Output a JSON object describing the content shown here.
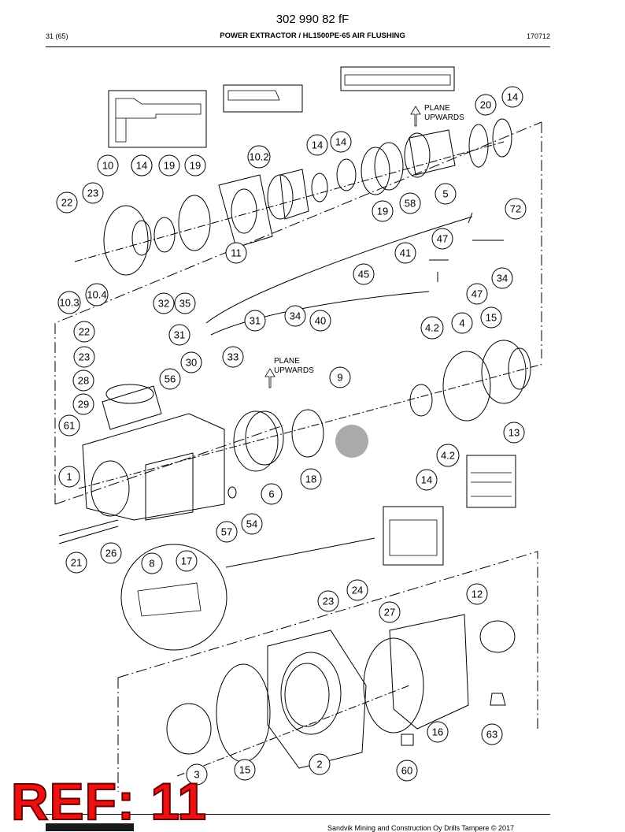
{
  "header": {
    "doc_number": "302 990 82 fF",
    "page": "31 (65)",
    "title": "POWER EXTRACTOR / HL1500PE-65 AIR FLUSHING",
    "date": "170712"
  },
  "drawing": {
    "plane_note_top": [
      "PLANE",
      "UPWARDS"
    ],
    "plane_note_mid": [
      "PLANE",
      "UPWARDS"
    ],
    "callouts": [
      "14",
      "20",
      "14",
      "14",
      "14",
      "10.2",
      "10",
      "14",
      "19",
      "19",
      "23",
      "22",
      "5",
      "58",
      "19",
      "72",
      "11",
      "47",
      "41",
      "45",
      "34",
      "10.3",
      "10.4",
      "32",
      "35",
      "47",
      "22",
      "31",
      "31",
      "34",
      "40",
      "4.2",
      "4",
      "15",
      "23",
      "33",
      "30",
      "9",
      "28",
      "56",
      "29",
      "61",
      "13",
      "4.2",
      "1",
      "18",
      "14",
      "6",
      "54",
      "57",
      "21",
      "26",
      "8",
      "17",
      "12",
      "23",
      "24",
      "27",
      "16",
      "63",
      "60",
      "3",
      "15",
      "2"
    ]
  },
  "footer": {
    "ref_stamp": "REF: 11",
    "copyright": "Sandvik Mining and Construction Oy Drills Tampere © 2017"
  }
}
